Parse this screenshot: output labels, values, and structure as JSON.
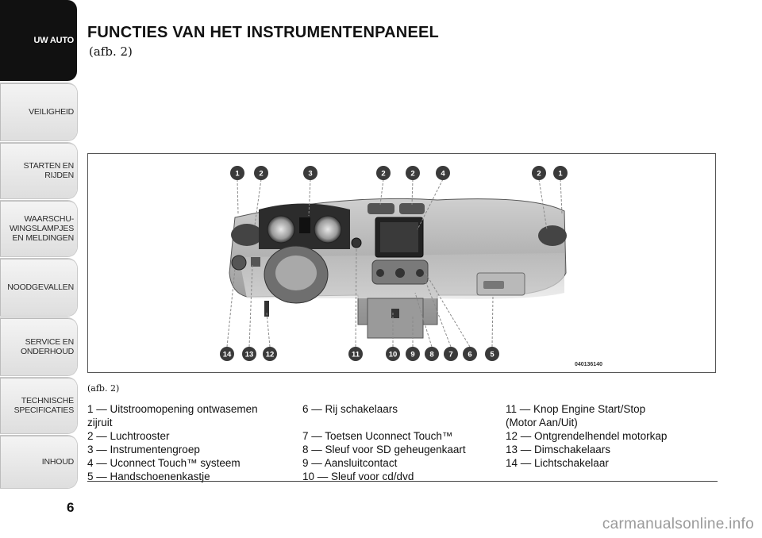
{
  "sidebar": {
    "tabs": [
      {
        "label": "UW AUTO",
        "active": true
      },
      {
        "label": "VEILIGHEID",
        "active": false
      },
      {
        "label": "STARTEN EN RIJDEN",
        "active": false
      },
      {
        "label": "WAARSCHU-WINGSLAMPJES EN MELDINGEN",
        "active": false
      },
      {
        "label": "NOODGEVALLEN",
        "active": false
      },
      {
        "label": "SERVICE EN ONDERHOUD",
        "active": false
      },
      {
        "label": "TECHNISCHE SPECIFICATIES",
        "active": false
      },
      {
        "label": "INHOUD",
        "active": false
      }
    ]
  },
  "page": {
    "title": "FUNCTIES VAN HET INSTRUMENTENPANEEL",
    "subtitle": "(afb. 2)",
    "page_number": "6",
    "watermark": "carmanualsonline.info"
  },
  "figure": {
    "code": "040136140",
    "caption": "(afb. 2)",
    "callouts_top": [
      "1",
      "2",
      "3",
      "2",
      "2",
      "4",
      "2",
      "1"
    ],
    "callouts_bottom": [
      "14",
      "13",
      "12",
      "11",
      "10",
      "9",
      "8",
      "7",
      "6",
      "5"
    ],
    "colors": {
      "callout": "#3a3a3a",
      "dash": "#8a8a8a"
    }
  },
  "legend": {
    "col1": [
      "1 — Uitstroomopening ontwasemen",
      "zijruit",
      "2 — Luchtrooster",
      "3 — Instrumentengroep",
      "4 — Uconnect Touch™ systeem",
      "5 — Handschoenenkastje"
    ],
    "col2": [
      "6 — Rij schakelaars",
      "",
      "7 — Toetsen Uconnect Touch™",
      "8 — Sleuf voor SD geheugenkaart",
      "9 — Aansluitcontact",
      "10 — Sleuf voor cd/dvd"
    ],
    "col3": [
      "11 — Knop Engine Start/Stop",
      "(Motor Aan/Uit)",
      "12 — Ontgrendelhendel motorkap",
      "13 — Dimschakelaars",
      "14 — Lichtschakelaar"
    ]
  }
}
